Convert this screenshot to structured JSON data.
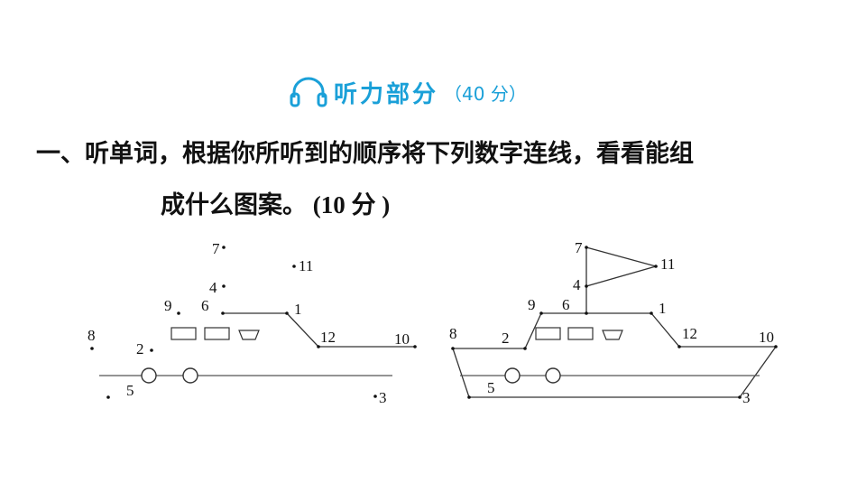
{
  "section": {
    "title": "听力部分",
    "score": "（40 分）",
    "icon": "headphone-icon",
    "color": "#1aa0d8"
  },
  "question": {
    "line1": "一、听单词，根据你所听到的顺序将下列数字连线，看看能组",
    "line2": "成什么图案。",
    "score": " (10 分 )"
  },
  "figures": {
    "left": {
      "labels": [
        "7",
        "11",
        "4",
        "9",
        "6",
        "1",
        "8",
        "2",
        "12",
        "10",
        "5",
        "3"
      ]
    },
    "right": {
      "labels": [
        "7",
        "11",
        "4",
        "9",
        "6",
        "1",
        "8",
        "2",
        "12",
        "10",
        "5",
        "3"
      ]
    }
  }
}
